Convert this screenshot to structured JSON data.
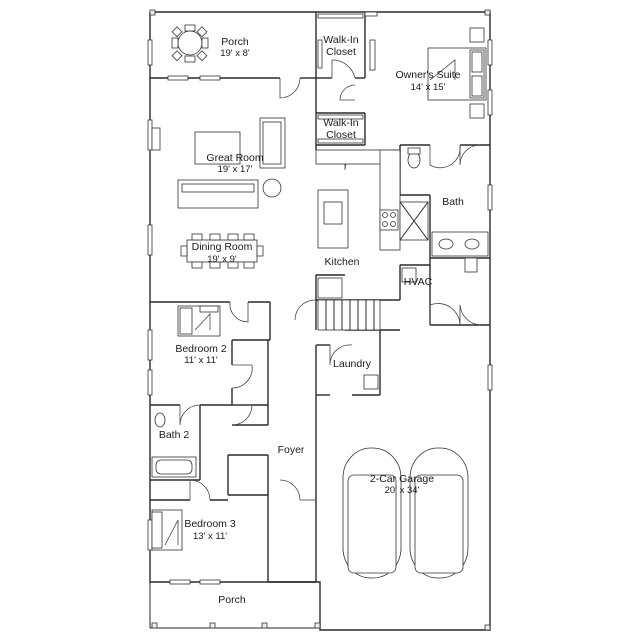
{
  "rooms": {
    "porch_rear": {
      "name": "Porch",
      "dim": "19' x 8'"
    },
    "walkin_closet_1": {
      "line1": "Walk-In",
      "line2": "Closet"
    },
    "walkin_closet_2": {
      "line1": "Walk-In",
      "line2": "Closet"
    },
    "owners_suite": {
      "name": "Owner's Suite",
      "dim": "14' x 15'"
    },
    "great_room": {
      "name": "Great Room",
      "dim": "19' x 17'"
    },
    "dining_room": {
      "name": "Dining Room",
      "dim": "19' x 9'"
    },
    "kitchen": {
      "name": "Kitchen"
    },
    "bath": {
      "name": "Bath"
    },
    "hvac": {
      "name": "HVAC"
    },
    "bedroom_2": {
      "name": "Bedroom 2",
      "dim": "11' x 11'"
    },
    "laundry": {
      "name": "Laundry"
    },
    "bath_2": {
      "name": "Bath 2"
    },
    "foyer": {
      "name": "Foyer"
    },
    "garage": {
      "name": "2-Car Garage",
      "dim": "20' x 34'"
    },
    "bedroom_3": {
      "name": "Bedroom 3",
      "dim": "13' x 11'"
    },
    "porch_front": {
      "name": "Porch"
    }
  }
}
